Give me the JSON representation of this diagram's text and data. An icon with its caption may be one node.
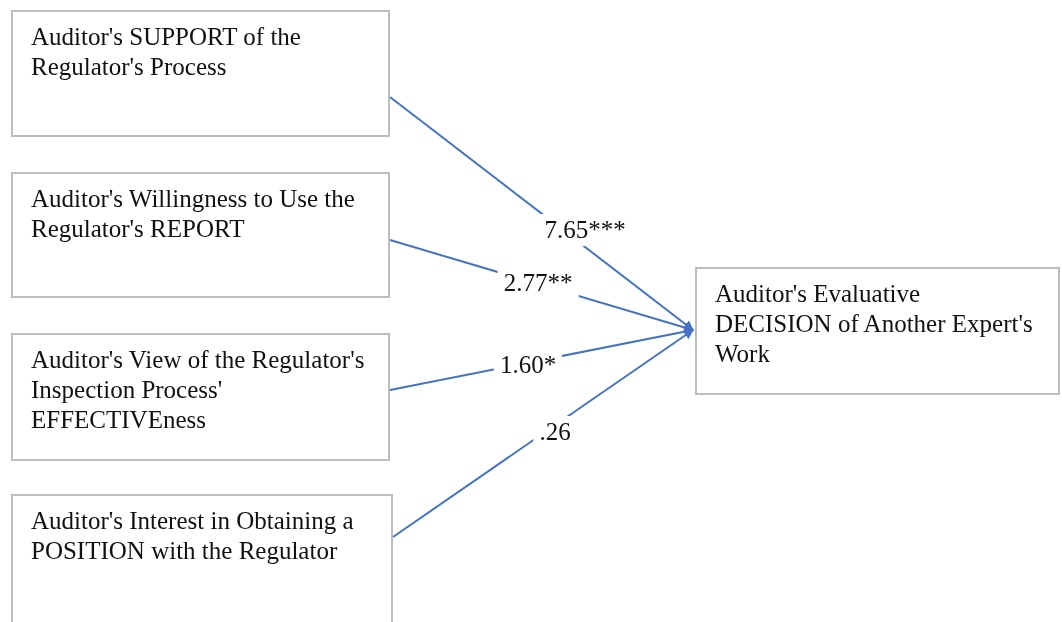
{
  "diagram": {
    "nodes": [
      {
        "text": [
          "Auditor's SUPPORT of the Regulator's Process"
        ]
      },
      {
        "text": [
          "Auditor's Willingness to Use the Regulator's REPORT"
        ]
      },
      {
        "text": [
          "Auditor's View of the Regulator's Inspection Process' EFFECTIVEness"
        ]
      },
      {
        "text": [
          "Auditor's Interest in Obtaining a POSITION with the Regulator"
        ]
      },
      {
        "text": [
          "Auditor's Evaluative DECISION of Another Expert's Work"
        ]
      }
    ],
    "edges": [
      {
        "from": 0,
        "to": 4,
        "arrow": "to",
        "label": "7.65***"
      },
      {
        "from": 1,
        "to": 4,
        "arrow": "to",
        "label": "2.77**"
      },
      {
        "from": 2,
        "to": 4,
        "arrow": "to",
        "label": "1.60*"
      },
      {
        "from": 3,
        "to": 4,
        "arrow": "to",
        "label": ".26"
      }
    ]
  }
}
